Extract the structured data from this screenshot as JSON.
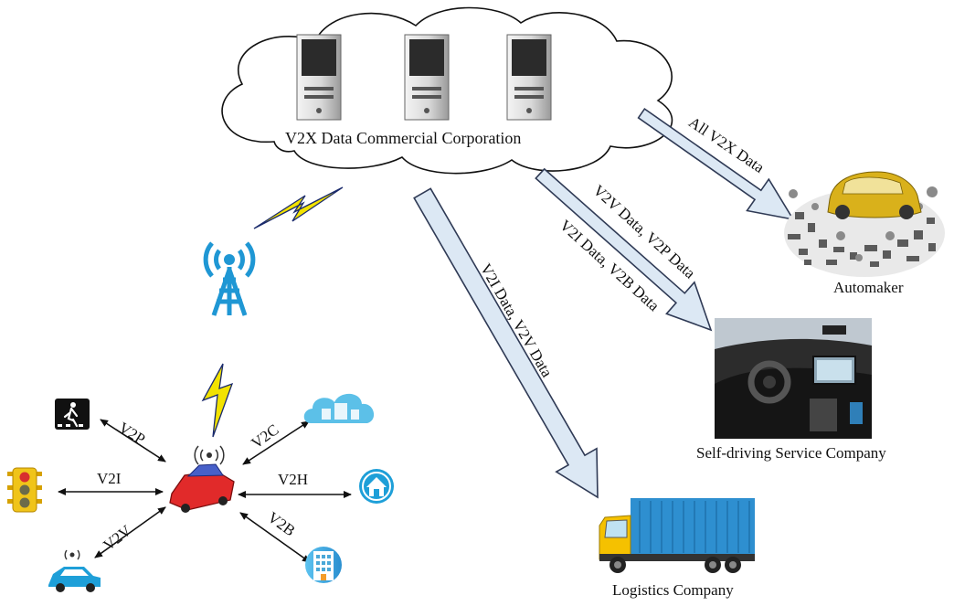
{
  "cloud": {
    "label": "V2X Data Commercial Corporation",
    "icon": "server-icon",
    "server_count": 3
  },
  "links": {
    "v2p": "V2P",
    "v2i": "V2I",
    "v2v": "V2V",
    "v2c": "V2C",
    "v2h": "V2H",
    "v2b": "V2B"
  },
  "flows": {
    "automaker": "All V2X Data",
    "self_driving_a": "V2V Data, V2P Data",
    "self_driving_b": "V2I Data, V2B Data",
    "logistics": "V2I Data, V2V Data"
  },
  "companies": {
    "automaker": "Automaker",
    "self_driving": "Self-driving Service Company",
    "logistics": "Logistics Company"
  },
  "icons": {
    "tower": "cell-tower-icon",
    "car": "connected-car-icon",
    "pedestrian": "pedestrian-crossing-icon",
    "traffic_light": "traffic-light-icon",
    "vehicle": "vehicle-icon",
    "cloud": "cloud-icon",
    "home": "home-icon",
    "building": "building-icon"
  },
  "colors": {
    "arrow_fill": "#dce8f4",
    "arrow_stroke": "#2f3a55",
    "lightning": "#f2e200",
    "tower": "#1f97d4",
    "car": "#e12a2a",
    "icon_blue": "#1e9fd8"
  }
}
